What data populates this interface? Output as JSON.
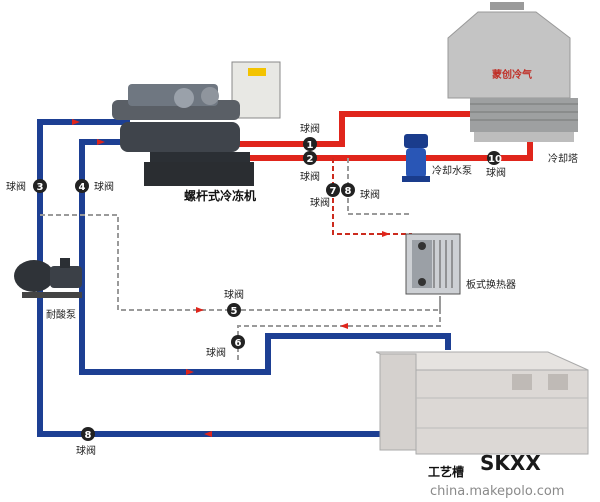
{
  "colors": {
    "red_pipe": "#e0251b",
    "blue_pipe": "#1d3f93",
    "dashed_pipe": "#9a9a9a",
    "red_dashed": "#cc2b1e",
    "valve_circle": "#222222",
    "tower_body": "#bfbfbf",
    "tank_body": "#d9d5d2"
  },
  "equipment": {
    "chiller_label": "螺杆式冷冻机",
    "tower_label": "冷却塔",
    "tower_logo": "蒙创冷气",
    "cooling_pump_label": "冷却水泵",
    "heat_exchanger_label": "板式换热器",
    "acid_pump_label": "耐酸泵",
    "tank_label": "工艺槽"
  },
  "valves": [
    {
      "num": "1",
      "label": "球阀"
    },
    {
      "num": "2",
      "label": "球阀"
    },
    {
      "num": "3",
      "label": "球阀"
    },
    {
      "num": "4",
      "label": "球阀"
    },
    {
      "num": "5",
      "label": "球阀"
    },
    {
      "num": "6",
      "label": "球阀"
    },
    {
      "num": "7",
      "label": "球阀"
    },
    {
      "num": "8",
      "label": "球阀"
    },
    {
      "num": "10",
      "label": "球阀"
    },
    {
      "num": "8",
      "label": "球阀"
    }
  ],
  "brand": {
    "logo_text": "SKXX",
    "watermark": "china.makepolo.com"
  },
  "icons": {
    "flow_arrow": "arrow-icon"
  }
}
